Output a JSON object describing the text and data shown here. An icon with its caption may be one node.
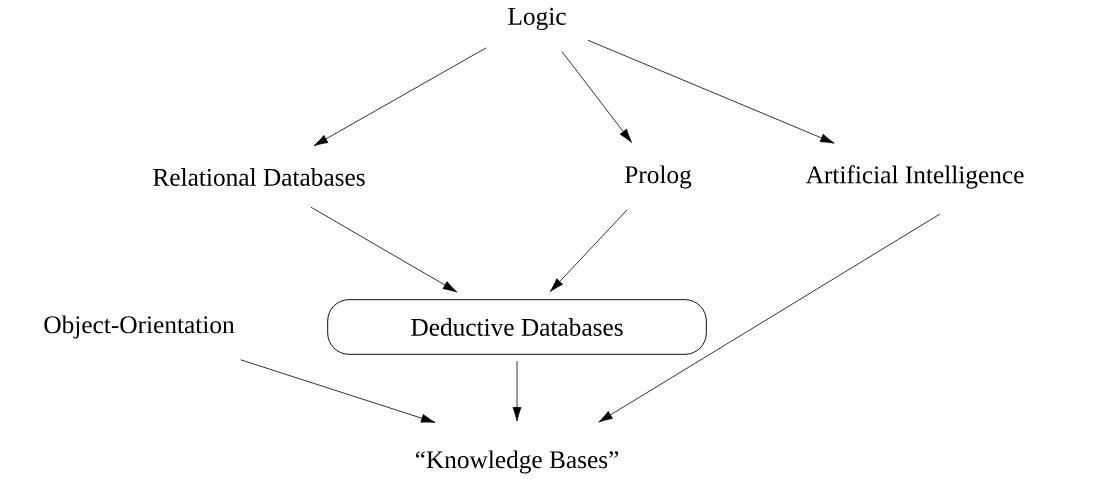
{
  "diagram": {
    "nodes": [
      {
        "text": [
          "Logic"
        ]
      },
      {
        "text": [
          "Relational Databases"
        ]
      },
      {
        "text": [
          "Prolog"
        ]
      },
      {
        "text": [
          "Artificial Intelligence"
        ]
      },
      {
        "text": [
          "Object-Orientation"
        ]
      },
      {
        "text": [
          "Deductive Databases"
        ]
      },
      {
        "text": [
          "“Knowledge Bases”"
        ]
      }
    ],
    "edges": [
      {
        "from": 0,
        "to": 1,
        "arrow": "to"
      },
      {
        "from": 0,
        "to": 2,
        "arrow": "to"
      },
      {
        "from": 0,
        "to": 3,
        "arrow": "to"
      },
      {
        "from": 1,
        "to": 5,
        "arrow": "to"
      },
      {
        "from": 2,
        "to": 5,
        "arrow": "to"
      },
      {
        "from": 3,
        "to": 6,
        "arrow": "to"
      },
      {
        "from": 4,
        "to": 6,
        "arrow": "to"
      },
      {
        "from": 5,
        "to": 6,
        "arrow": "to"
      }
    ]
  }
}
